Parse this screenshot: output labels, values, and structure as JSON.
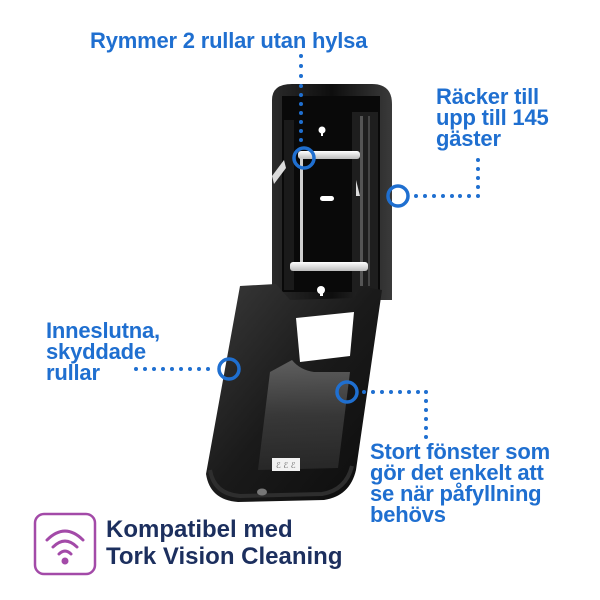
{
  "callouts": [
    {
      "id": "rolls",
      "text": "Rymmer 2 rullar utan hylsa"
    },
    {
      "id": "capacity",
      "lines": [
        "Räcker till",
        "upp till 145",
        "gäster"
      ]
    },
    {
      "id": "enclosed",
      "lines": [
        "Inneslutna,",
        "skyddade",
        "rullar"
      ]
    },
    {
      "id": "window",
      "lines": [
        "Stort fönster som",
        "gör det enkelt att",
        "se när påfyllning",
        "behövs"
      ]
    }
  ],
  "badge": {
    "icon": "wifi-icon",
    "lines": [
      "Kompatibel med",
      "Tork Vision Cleaning"
    ]
  },
  "colors": {
    "accent": "#1f6fd0",
    "brand_text": "#1c2f5e",
    "badge_purple": "#a34aa8",
    "dispenser": "#141414"
  },
  "product": {
    "name": "toilet-roll-dispenser",
    "state": "open"
  }
}
